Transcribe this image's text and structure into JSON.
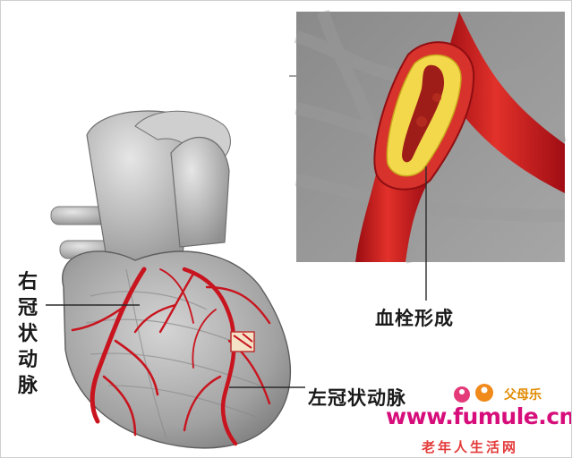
{
  "labels": {
    "right_coronary_artery": "右冠状动脉",
    "thrombus_formation": "血栓形成",
    "left_coronary_artery": "左冠状动脉"
  },
  "watermark": {
    "site_name": "父母乐",
    "url": "www.fumule.cn",
    "slogan": "老年人生活网"
  },
  "colors": {
    "artery_red": "#c8141e",
    "plaque_yellow": "#f2d84a",
    "heart_gray": "#a8a8a8",
    "watermark_pink": "#d60d7a"
  }
}
